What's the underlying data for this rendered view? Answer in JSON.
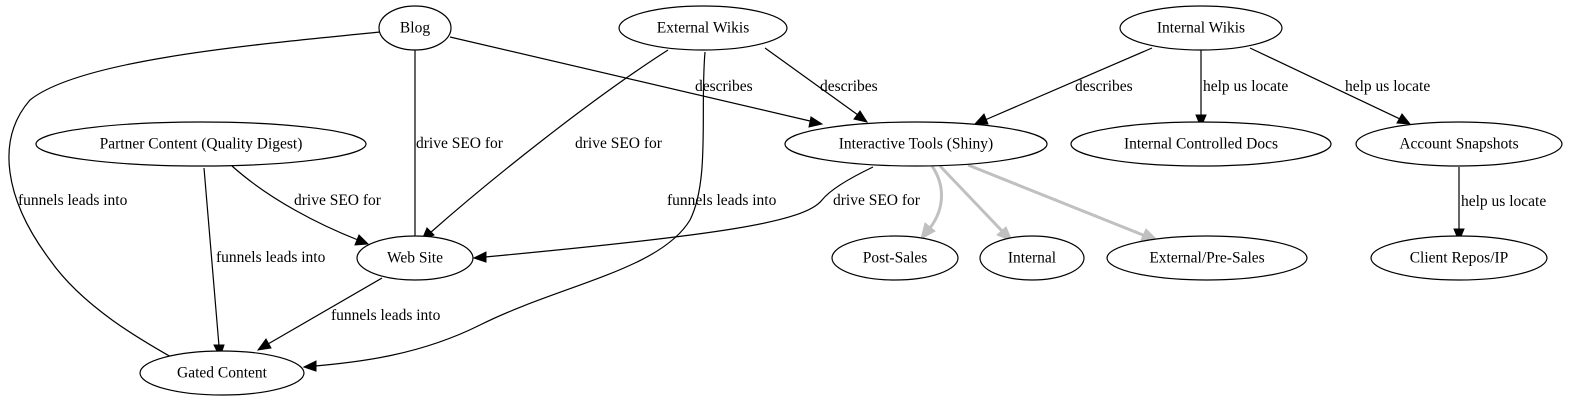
{
  "nodes": {
    "blog": "Blog",
    "external_wikis": "External Wikis",
    "internal_wikis": "Internal Wikis",
    "partner_content": "Partner Content (Quality Digest)",
    "interactive_tools": "Interactive Tools (Shiny)",
    "internal_controlled_docs": "Internal Controlled Docs",
    "account_snapshots": "Account Snapshots",
    "web_site": "Web Site",
    "post_sales": "Post-Sales",
    "internal": "Internal",
    "external_pre_sales": "External/Pre-Sales",
    "client_repos": "Client Repos/IP",
    "gated_content": "Gated Content"
  },
  "edges": [
    {
      "from": "Blog",
      "to": "Gated Content",
      "label": "funnels leads into"
    },
    {
      "from": "Blog",
      "to": "Web Site",
      "label": "drive SEO for"
    },
    {
      "from": "Blog",
      "to": "Interactive Tools (Shiny)",
      "label": "describes"
    },
    {
      "from": "External Wikis",
      "to": "Web Site",
      "label": "drive SEO for"
    },
    {
      "from": "External Wikis",
      "to": "Interactive Tools (Shiny)",
      "label": "describes"
    },
    {
      "from": "External Wikis",
      "to": "Gated Content",
      "label": "funnels leads into"
    },
    {
      "from": "Internal Wikis",
      "to": "Interactive Tools (Shiny)",
      "label": "describes"
    },
    {
      "from": "Internal Wikis",
      "to": "Internal Controlled Docs",
      "label": "help us locate"
    },
    {
      "from": "Internal Wikis",
      "to": "Account Snapshots",
      "label": "help us locate"
    },
    {
      "from": "Partner Content (Quality Digest)",
      "to": "Web Site",
      "label": "drive SEO for"
    },
    {
      "from": "Partner Content (Quality Digest)",
      "to": "Gated Content",
      "label": "funnels leads into"
    },
    {
      "from": "Interactive Tools (Shiny)",
      "to": "Web Site",
      "label": "drive SEO for"
    },
    {
      "from": "Interactive Tools (Shiny)",
      "to": "Post-Sales",
      "label": ""
    },
    {
      "from": "Interactive Tools (Shiny)",
      "to": "Internal",
      "label": ""
    },
    {
      "from": "Interactive Tools (Shiny)",
      "to": "External/Pre-Sales",
      "label": ""
    },
    {
      "from": "Account Snapshots",
      "to": "Client Repos/IP",
      "label": "help us locate"
    },
    {
      "from": "Web Site",
      "to": "Gated Content",
      "label": "funnels leads into"
    }
  ],
  "colors": {
    "edge_default": "#000000",
    "edge_muted": "#c0c0c0"
  }
}
